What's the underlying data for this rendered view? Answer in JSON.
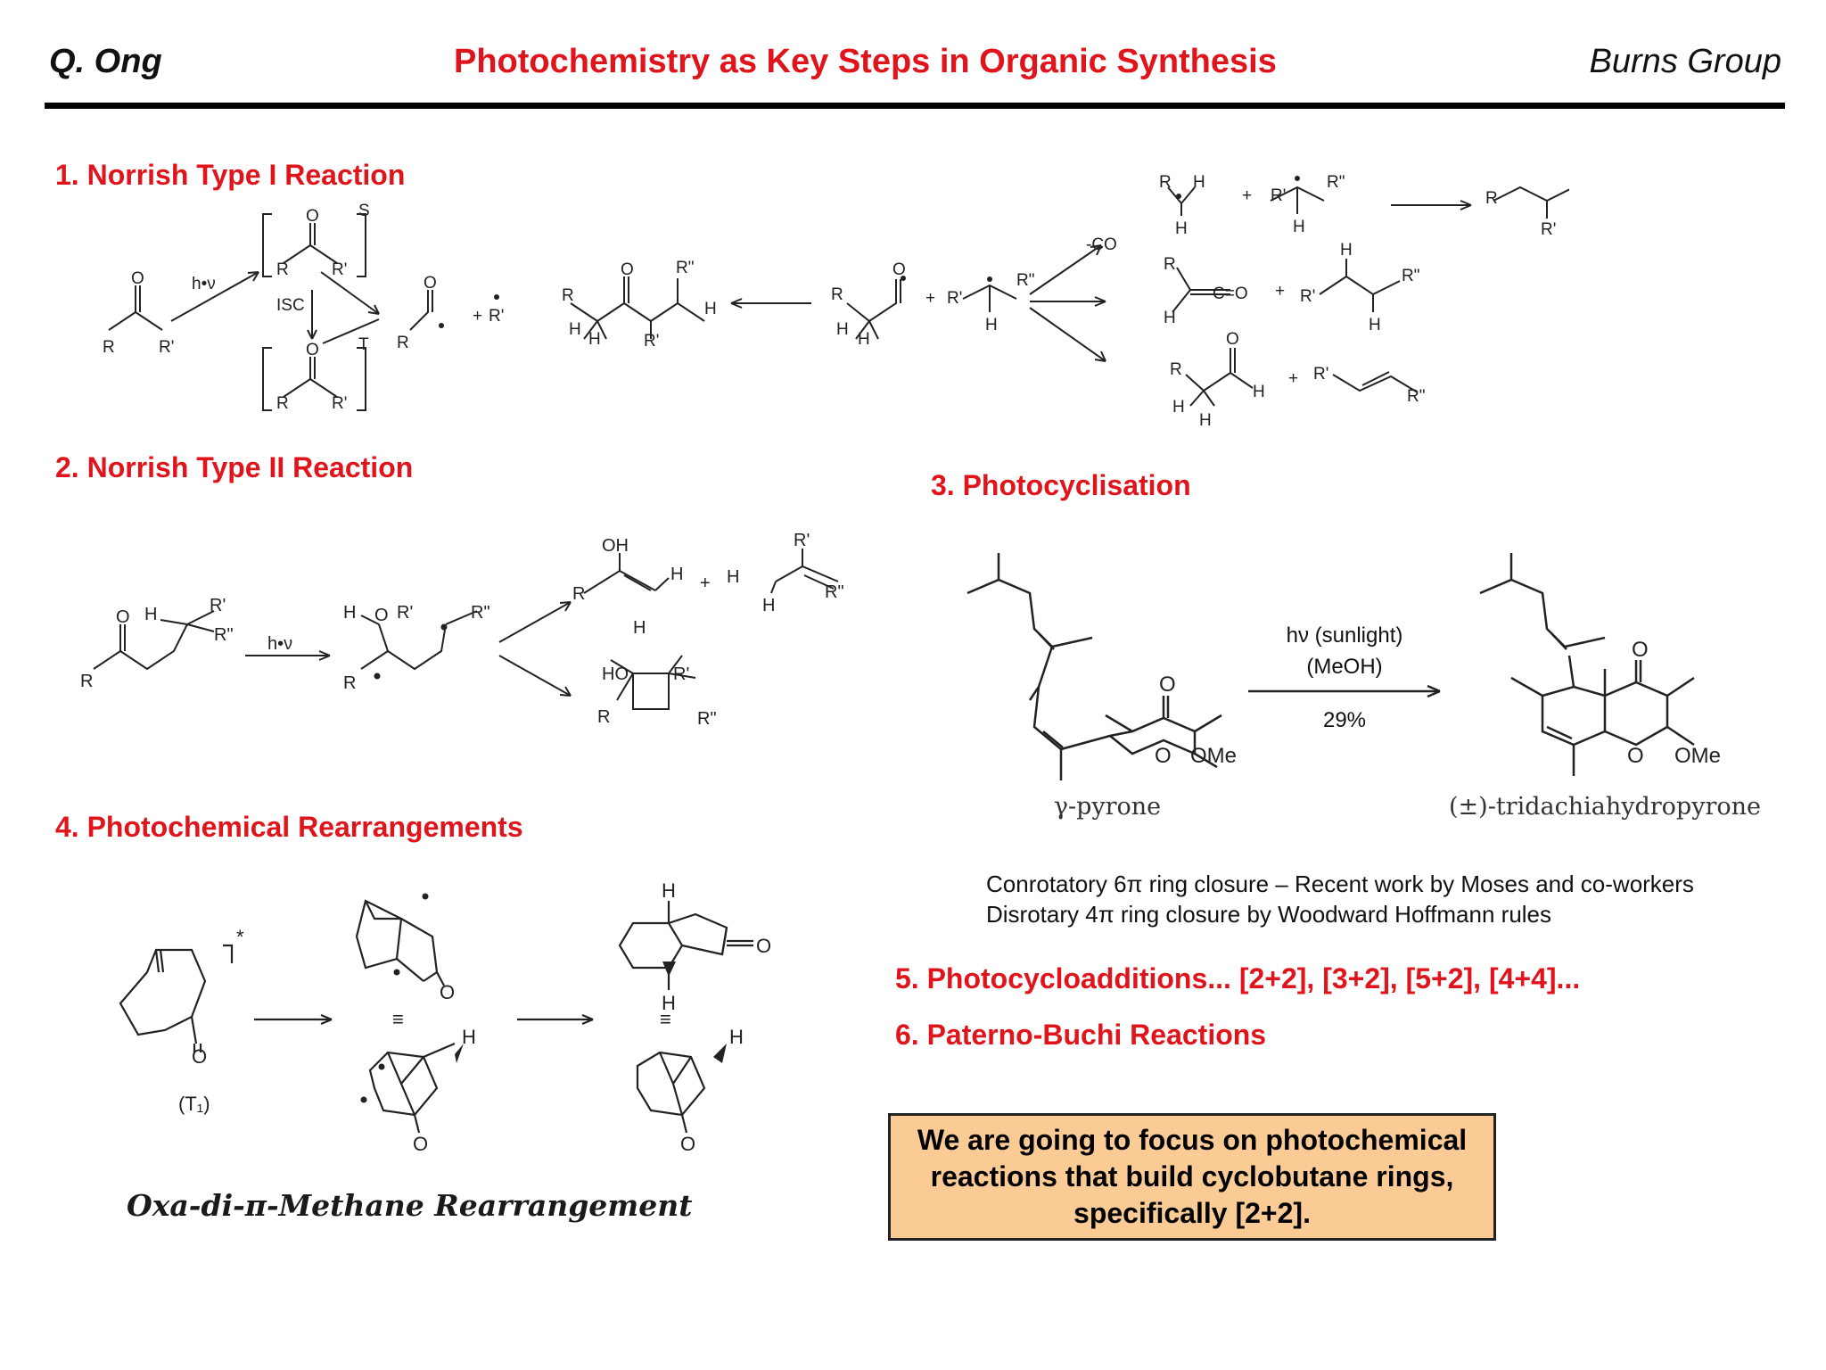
{
  "header": {
    "author": "Q. Ong",
    "title": "Photochemistry as Key Steps in Organic Synthesis",
    "group": "Burns Group"
  },
  "sections": {
    "s1": "1. Norrish Type I Reaction",
    "s2": "2. Norrish Type II Reaction",
    "s3": "3. Photocyclisation",
    "s4": "4. Photochemical Rearrangements",
    "s5": "5. Photocycloadditions... [2+2], [3+2], [5+2], [4+4]...",
    "s6": "6. Paterno-Buchi Reactions"
  },
  "norrish1": {
    "hv": "h•ν",
    "isc": "ISC",
    "s1": "S",
    "t1": "T",
    "minus_co": "-CO",
    "r": "R",
    "r1": "R'",
    "r2": "R\"",
    "h": "H",
    "o": "O",
    "c_eq_o": "C=O",
    "plus": "+"
  },
  "norrish2": {
    "hv": "h•ν",
    "oh": "OH",
    "ho": "HO"
  },
  "photocyclisation": {
    "conditions_line1": "hν (sunlight)",
    "conditions_line2": "(MeOH)",
    "yield": "29%",
    "ome": "OMe",
    "start_name": "γ-pyrone",
    "product_name": "(±)-tridachiahydropyrone"
  },
  "notes": {
    "line1": "Conrotatory 6π ring closure – Recent work by Moses and co-workers",
    "line2": "Disrotary 4π ring closure by Woodward Hoffmann rules"
  },
  "rearrangement": {
    "t1_label": "(T₁)",
    "star": "*",
    "equiv": "≡",
    "caption": "Oxa-di-π-Methane Rearrangement"
  },
  "focus": {
    "text": "We are going to focus on photochemical reactions that build cyclobutane rings, specifically [2+2]."
  }
}
